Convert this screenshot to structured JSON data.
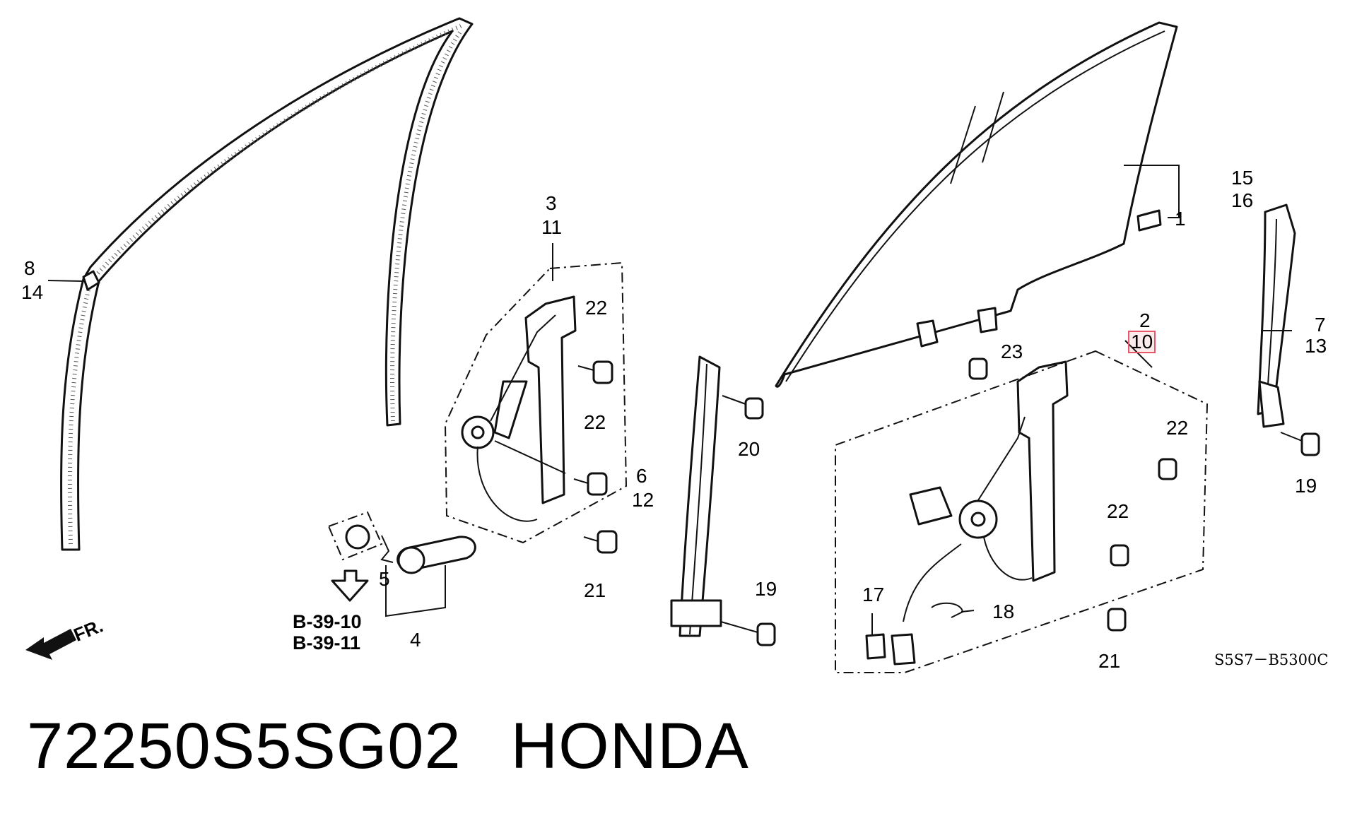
{
  "callouts": {
    "c8_14": [
      "8",
      "14"
    ],
    "c3_11": [
      "3",
      "11"
    ],
    "c22a": "22",
    "c22b": "22",
    "c21a": "21",
    "c20": "20",
    "c6_12": [
      "6",
      "12"
    ],
    "c19a": "19",
    "c5": "5",
    "c4": "4",
    "c15_16": [
      "15",
      "16"
    ],
    "c1": "1",
    "c23": "23",
    "c2_10": [
      "2",
      "10"
    ],
    "c22c": "22",
    "c22d": "22",
    "c21b": "21",
    "c17": "17",
    "c18": "18",
    "c7_13": [
      "7",
      "13"
    ],
    "c19b": "19"
  },
  "refs": [
    "B-39-10",
    "B-39-11"
  ],
  "front_label": "FR.",
  "drawing_code": "S5S7－B5300C",
  "caption": {
    "part_number": "72250S5SG02",
    "brand": "HONDA"
  },
  "highlighted_callout": "10",
  "highlight_color": "#e8586a"
}
